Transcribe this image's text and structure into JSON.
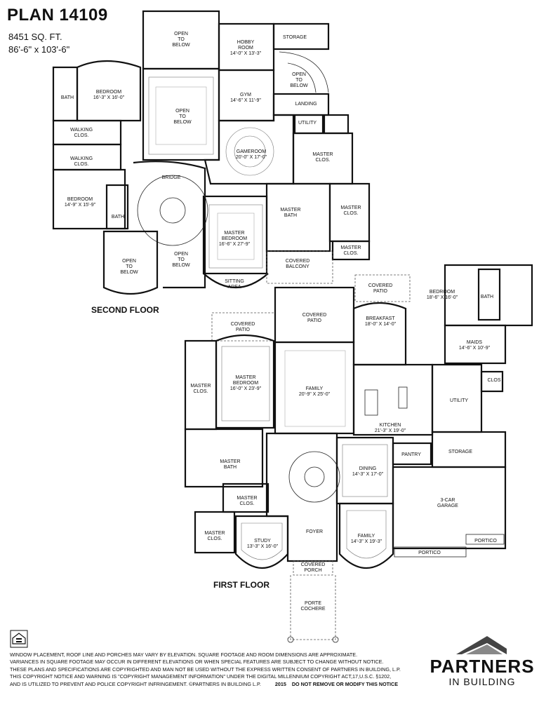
{
  "header": {
    "plan": "PLAN 14109",
    "sqft": "8451 SQ. FT.",
    "dims": "86'-6\" x 103'-6\""
  },
  "floors": {
    "second": "SECOND FLOOR",
    "first": "FIRST FLOOR"
  },
  "rooms": {
    "open_below_top": [
      "OPEN",
      "TO",
      "BELOW"
    ],
    "hobby": [
      "HOBBY",
      "ROOM",
      "14'-0\" X 13'-3\""
    ],
    "storage_up": [
      "STORAGE"
    ],
    "open_stair_up": [
      "OPEN",
      "TO",
      "BELOW"
    ],
    "gym": [
      "GYM",
      "14'-6\" X 11'-9\""
    ],
    "landing": [
      "LANDING"
    ],
    "bath_up1": [
      "BATH"
    ],
    "bedroom_up1": [
      "BEDROOM",
      "16'-3\" X 16'-0\""
    ],
    "open_below_center": [
      "OPEN",
      "TO",
      "BELOW"
    ],
    "walking_clos_1": [
      "WALKING",
      "CLOS."
    ],
    "walking_clos_2": [
      "WALKING",
      "CLOS."
    ],
    "utility_up": [
      "UTILITY"
    ],
    "gameroom": [
      "GAMEROOM",
      "20'-0\" X 17'-0\""
    ],
    "master_clos_up1": [
      "MASTER",
      "CLOS."
    ],
    "bridge": [
      "BRIDGE"
    ],
    "bedroom_up2": [
      "BEDROOM",
      "14'-9\" X 15'-9\""
    ],
    "bath_up2": [
      "BATH"
    ],
    "master_bath_up": [
      "MASTER",
      "BATH"
    ],
    "master_clos_up2": [
      "MASTER",
      "CLOS."
    ],
    "master_bedroom_up": [
      "MASTER",
      "BEDROOM",
      "16'-6\" X 27'-9\""
    ],
    "open_below_left": [
      "OPEN",
      "TO",
      "BELOW"
    ],
    "open_below_stair": [
      "OPEN",
      "TO",
      "BELOW"
    ],
    "master_clos_up3": [
      "MASTER",
      "CLOS."
    ],
    "covered_balcony": [
      "COVERED",
      "BALCONY"
    ],
    "sitting_area": [
      "SITTING",
      "AREA"
    ],
    "covered_patio_right": [
      "COVERED",
      "PATIO"
    ],
    "bedroom_down": [
      "BEDROOM",
      "18'-6\" X 16'-0\""
    ],
    "bath_down": [
      "BATH"
    ],
    "covered_patio_center": [
      "COVERED",
      "PATIO"
    ],
    "covered_patio_left": [
      "COVERED",
      "PATIO"
    ],
    "breakfast": [
      "BREAKFAST",
      "18'-0\" X 14'-0\""
    ],
    "maids": [
      "MAIDS",
      "14'-6\" X 10'-9\""
    ],
    "master_bedroom_down": [
      "MASTER",
      "BEDROOM",
      "16'-0\" X 23'-9\""
    ],
    "master_clos_down1": [
      "MASTER",
      "CLOS."
    ],
    "family_main": [
      "FAMILY",
      "20'-9\" X 25'-0\""
    ],
    "clos": [
      "CLOS"
    ],
    "utility_down": [
      "UTILITY"
    ],
    "kitchen": [
      "KITCHEN",
      "21'-3\" X 19'-0\""
    ],
    "storage_down": [
      "STORAGE"
    ],
    "pantry": [
      "PANTRY"
    ],
    "master_bath_down": [
      "MASTER",
      "BATH"
    ],
    "dining": [
      "DINING",
      "14'-3\" X 17'-0\""
    ],
    "master_clos_down2": [
      "MASTER",
      "CLOS."
    ],
    "garage": [
      "3-CAR",
      "GARAGE"
    ],
    "master_clos_down3": [
      "MASTER",
      "CLOS."
    ],
    "study": [
      "STUDY",
      "13'-3\" X 16'-0\""
    ],
    "foyer": [
      "FOYER"
    ],
    "family_front": [
      "FAMILY",
      "14'-3\" X 19'-3\""
    ],
    "portico_1": [
      "PORTICO"
    ],
    "portico_2": [
      "PORTICO"
    ],
    "covered_porch": [
      "COVERED",
      "PORCH"
    ],
    "porte_cochere": [
      "PORTE",
      "COCHERE"
    ]
  },
  "disclaimer": {
    "lines": [
      "WINDOW PLACEMENT, ROOF LINE AND PORCHES MAY VARY BY ELEVATION.  SQUARE FOOTAGE AND ROOM DIMENSIONS ARE APPROXIMATE.",
      "VARIANCES IN SQUARE FOOTAGE MAY OCCUR IN DIFFERENT ELEVATIONS OR  WHEN SPECIAL FEATURES ARE SUBJECT TO CHANGE WITHOUT NOTICE.",
      "THESE PLANS AND SPECIFICATIONS ARE COPYRIGHTED AND MAN NOT BE USED WITHOUT THE EXPRESS WRITTEN CONSENT OF PARTNERS IN BUILDING, L.P.",
      "THIS COPYRIGHT NOTICE AND WARNING IS \"COPYRIGHT MANAGEMENT INFORMATION\" UNDER THE DIGITAL MILLENNIUM COPYRIGHT ACT,17,U.S.C.    §1202,",
      "AND IS UTILIZED TO PREVENT AND POLICE COPYRIGHT INFRINGEMENT. ©PARTNERS IN BUILDING L.P."
    ],
    "year": "2015",
    "notice": "DO NOT REMOVE OR MODIFY THIS NOTICE"
  },
  "logo": {
    "name": "PARTNERS",
    "tagline": "IN BUILDING"
  }
}
